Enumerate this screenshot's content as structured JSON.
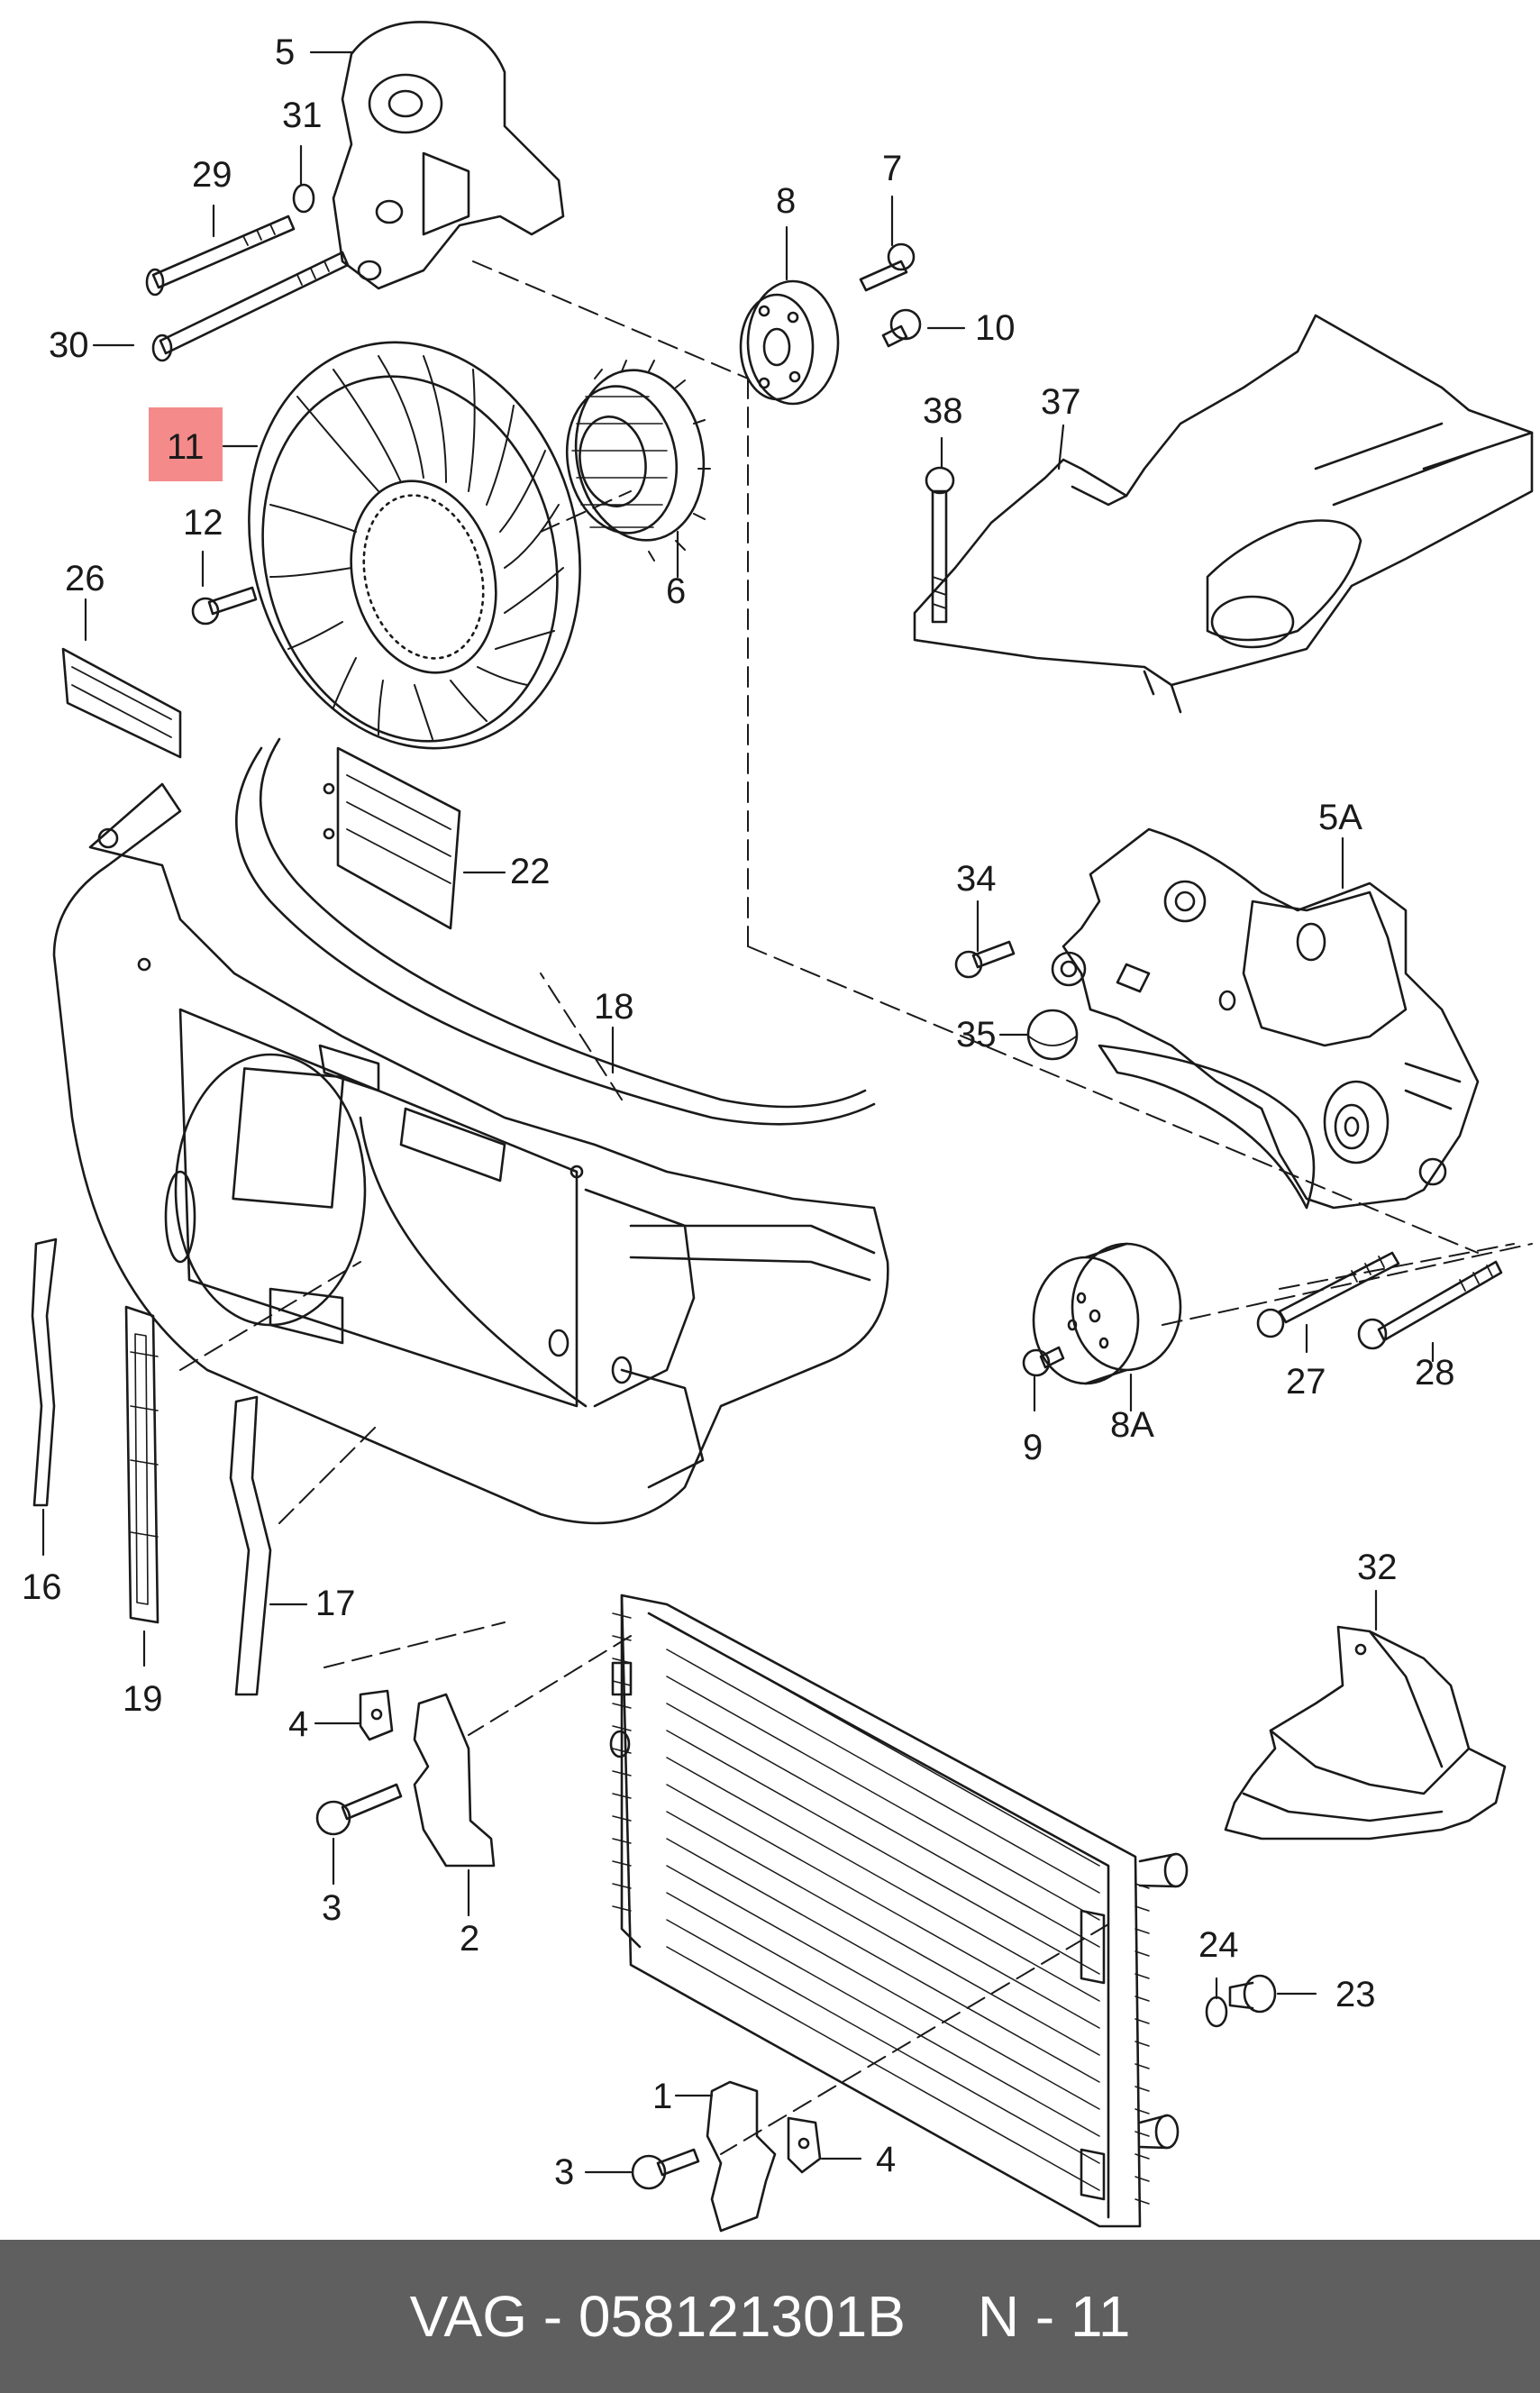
{
  "callouts": {
    "c5": "5",
    "c31": "31",
    "c29": "29",
    "c30": "30",
    "c11": "11",
    "c12": "12",
    "c8": "8",
    "c7": "7",
    "c10": "10",
    "c6": "6",
    "c38": "38",
    "c37": "37",
    "c26": "26",
    "c22": "22",
    "c5A": "5A",
    "c34": "34",
    "c35": "35",
    "c18": "18",
    "c27": "27",
    "c28": "28",
    "c9": "9",
    "c8A": "8A",
    "c16": "16",
    "c19": "19",
    "c17": "17",
    "c32": "32",
    "c4a": "4",
    "c3a": "3",
    "c2": "2",
    "c24": "24",
    "c23": "23",
    "c1": "1",
    "c3b": "3",
    "c4b": "4"
  },
  "highlight": {
    "callout": "11",
    "color": "#f48a8a"
  },
  "footer": {
    "part_text": "VAG - 058121301B",
    "ref_text": "N - 11",
    "background": "#5f5f5f"
  }
}
